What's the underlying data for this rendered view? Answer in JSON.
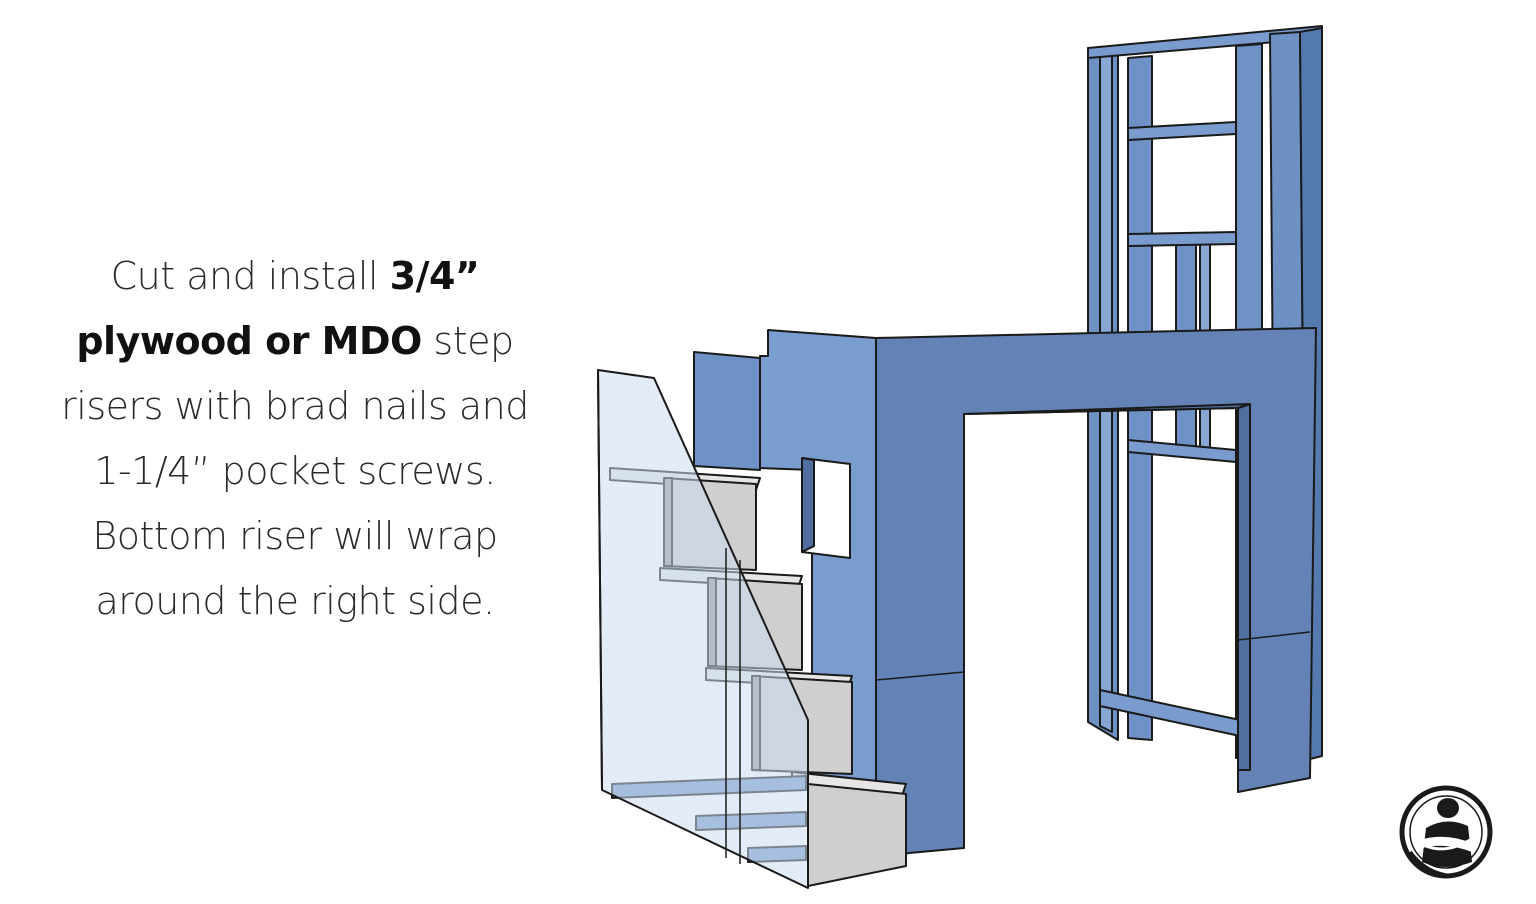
{
  "instructions": {
    "lead": "Cut and install ",
    "material_bold_a": "3/4”",
    "material_bold_b": "plywood or MDO",
    "line_after_bold": " step",
    "line3": "risers with brad nails and",
    "line4": "1-1/4” pocket screws.",
    "line5": "Bottom riser will wrap",
    "line6": "around the right side."
  },
  "colors": {
    "panel_blue": "#7799cc",
    "panel_blue_dark": "#5d7fb3",
    "panel_blue_shadow": "#4f6f9f",
    "frame_blue": "#6f92c6",
    "outline": "#1a1a1a",
    "riser_gray": "#cfcfcf",
    "glass_blue": "#c9dbef"
  },
  "icons": {
    "logo": "woodworker-crossed-arms-logo-icon"
  }
}
